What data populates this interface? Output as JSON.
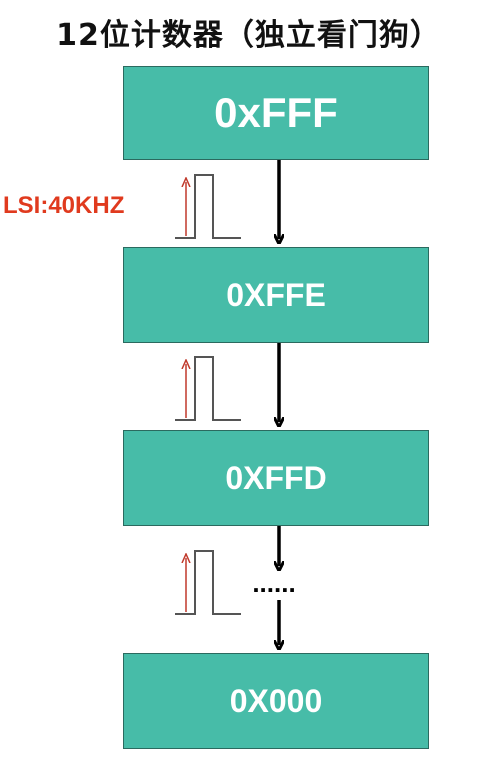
{
  "title": "12位计数器（独立看门狗）",
  "clock_label": "LSI:40KHZ",
  "boxes": [
    {
      "label": "0xFFF"
    },
    {
      "label": "0XFFE"
    },
    {
      "label": "0XFFD"
    },
    {
      "label": "0X000"
    }
  ],
  "ellipsis": "......",
  "colors": {
    "box_fill": "#47BCA8",
    "box_text": "#FFFFFF",
    "clock_label": "#E03A1E",
    "pulse_rise_arrow": "#C0392B",
    "pulse_line": "#555555",
    "flow_arrow": "#000000"
  }
}
